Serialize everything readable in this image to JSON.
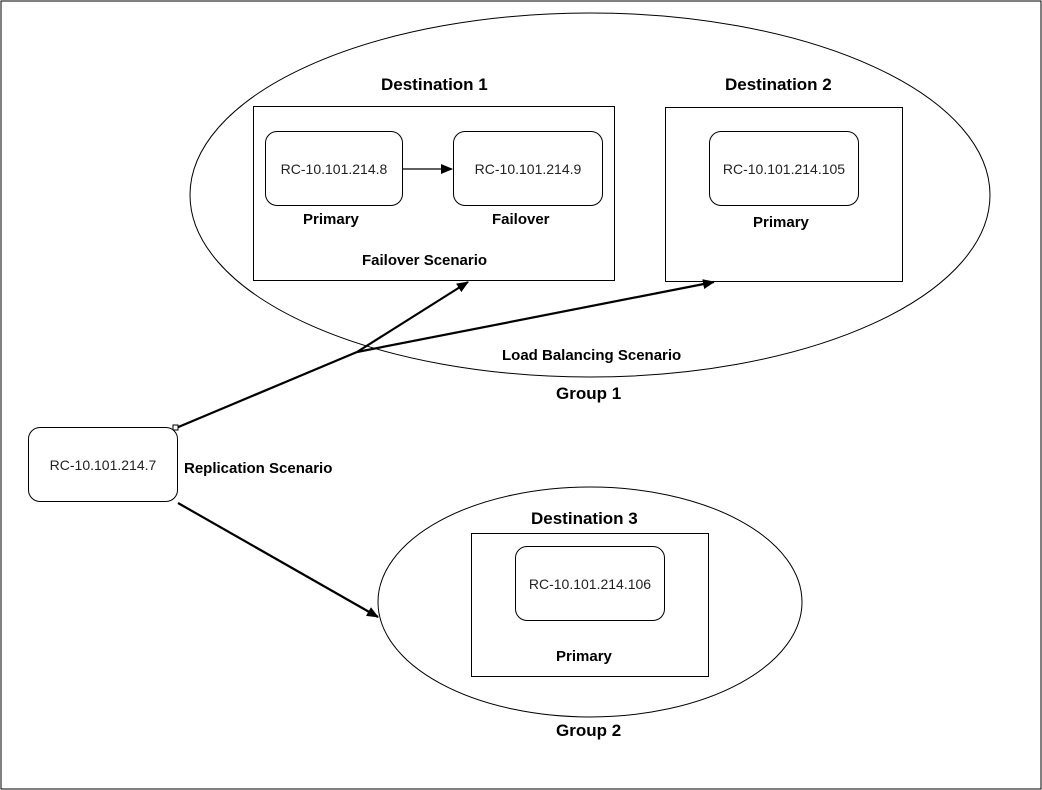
{
  "source_node": {
    "label": "RC-10.101.214.7"
  },
  "scenarios": {
    "replication": "Replication Scenario",
    "load_balancing": "Load Balancing Scenario",
    "failover": "Failover Scenario"
  },
  "groups": [
    {
      "label": "Group 1"
    },
    {
      "label": "Group 2"
    }
  ],
  "destinations": [
    {
      "title": "Destination 1",
      "nodes": [
        {
          "label": "RC-10.101.214.8",
          "role": "Primary"
        },
        {
          "label": "RC-10.101.214.9",
          "role": "Failover"
        }
      ]
    },
    {
      "title": "Destination 2",
      "nodes": [
        {
          "label": "RC-10.101.214.105",
          "role": "Primary"
        }
      ]
    },
    {
      "title": "Destination 3",
      "nodes": [
        {
          "label": "RC-10.101.214.106",
          "role": "Primary"
        }
      ]
    }
  ]
}
